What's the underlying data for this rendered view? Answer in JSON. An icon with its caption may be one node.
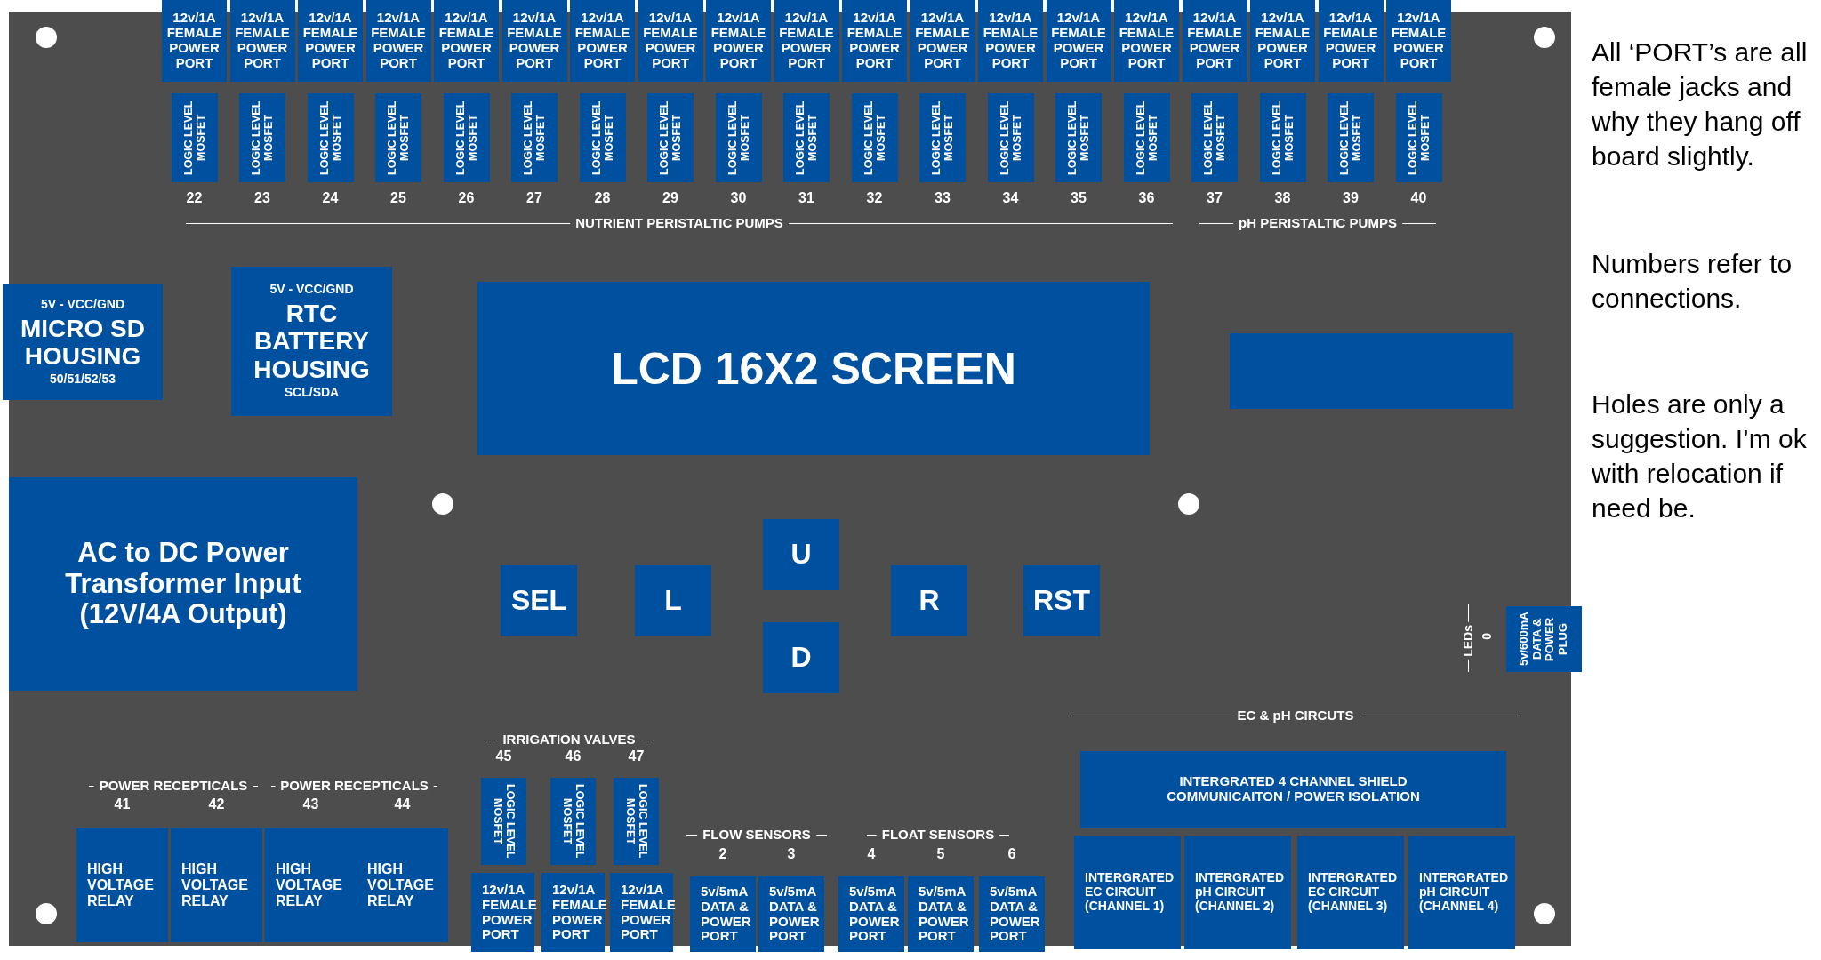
{
  "diagram": {
    "nodes": [
      {
        "text": [
          "12v/1A FEMALE POWER PORT"
        ]
      },
      {
        "text": [
          "12v/1A FEMALE POWER PORT"
        ]
      },
      {
        "text": [
          "12v/1A FEMALE POWER PORT"
        ]
      },
      {
        "text": [
          "12v/1A FEMALE POWER PORT"
        ]
      },
      {
        "text": [
          "12v/1A FEMALE POWER PORT"
        ]
      },
      {
        "text": [
          "12v/1A FEMALE POWER PORT"
        ]
      },
      {
        "text": [
          "12v/1A FEMALE POWER PORT"
        ]
      },
      {
        "text": [
          "12v/1A FEMALE POWER PORT"
        ]
      },
      {
        "text": [
          "12v/1A FEMALE POWER PORT"
        ]
      },
      {
        "text": [
          "12v/1A FEMALE POWER PORT"
        ]
      },
      {
        "text": [
          "12v/1A FEMALE POWER PORT"
        ]
      },
      {
        "text": [
          "12v/1A FEMALE POWER PORT"
        ]
      },
      {
        "text": [
          "12v/1A FEMALE POWER PORT"
        ]
      },
      {
        "text": [
          "12v/1A FEMALE POWER PORT"
        ]
      },
      {
        "text": [
          "12v/1A FEMALE POWER PORT"
        ]
      },
      {
        "text": [
          "12v/1A FEMALE POWER PORT"
        ]
      },
      {
        "text": [
          "12v/1A FEMALE POWER PORT"
        ]
      },
      {
        "text": [
          "12v/1A FEMALE POWER PORT"
        ]
      },
      {
        "text": [
          "12v/1A FEMALE POWER PORT"
        ]
      },
      {
        "text": [
          "LOGIC LEVEL MOSFET"
        ],
        "beside": [
          "22"
        ]
      },
      {
        "text": [
          "LOGIC LEVEL MOSFET"
        ],
        "beside": [
          "23"
        ]
      },
      {
        "text": [
          "LOGIC LEVEL MOSFET"
        ],
        "beside": [
          "24"
        ]
      },
      {
        "text": [
          "LOGIC LEVEL MOSFET"
        ],
        "beside": [
          "25"
        ]
      },
      {
        "text": [
          "LOGIC LEVEL MOSFET"
        ],
        "beside": [
          "26"
        ]
      },
      {
        "text": [
          "LOGIC LEVEL MOSFET"
        ],
        "beside": [
          "27"
        ]
      },
      {
        "text": [
          "LOGIC LEVEL MOSFET"
        ],
        "beside": [
          "28"
        ]
      },
      {
        "text": [
          "LOGIC LEVEL MOSFET"
        ],
        "beside": [
          "29"
        ]
      },
      {
        "text": [
          "LOGIC LEVEL MOSFET"
        ],
        "beside": [
          "30"
        ]
      },
      {
        "text": [
          "LOGIC LEVEL MOSFET"
        ],
        "beside": [
          "31"
        ]
      },
      {
        "text": [
          "LOGIC LEVEL MOSFET"
        ],
        "beside": [
          "32"
        ]
      },
      {
        "text": [
          "LOGIC LEVEL MOSFET"
        ],
        "beside": [
          "33"
        ]
      },
      {
        "text": [
          "LOGIC LEVEL MOSFET"
        ],
        "beside": [
          "34"
        ]
      },
      {
        "text": [
          "LOGIC LEVEL MOSFET"
        ],
        "beside": [
          "35"
        ]
      },
      {
        "text": [
          "LOGIC LEVEL MOSFET"
        ],
        "beside": [
          "36"
        ]
      },
      {
        "text": [
          "LOGIC LEVEL MOSFET"
        ],
        "beside": [
          "37"
        ]
      },
      {
        "text": [
          "LOGIC LEVEL MOSFET"
        ],
        "beside": [
          "38"
        ]
      },
      {
        "text": [
          "LOGIC LEVEL MOSFET"
        ],
        "beside": [
          "39"
        ]
      },
      {
        "text": [
          "LOGIC LEVEL MOSFET"
        ],
        "beside": [
          "40"
        ]
      },
      {
        "text": [
          "5V - VCC/GND",
          "MICRO SD HOUSING",
          "50/51/52/53"
        ]
      },
      {
        "text": [
          "5V - VCC/GND",
          "RTC BATTERY HOUSING",
          "SCL/SDA"
        ]
      },
      {
        "text": [
          "LCD 16X2 SCREEN"
        ]
      },
      {
        "text": [],
        "shape": "box"
      },
      {
        "text": [
          "AC to DC Power Transformer Input (12V/4A Output)"
        ]
      },
      {
        "text": [
          "SEL"
        ]
      },
      {
        "text": [
          "L"
        ]
      },
      {
        "text": [
          "U"
        ]
      },
      {
        "text": [
          "R"
        ]
      },
      {
        "text": [
          "RST"
        ]
      },
      {
        "text": [
          "D"
        ]
      },
      {
        "text": [
          "5v/600mA DATA & POWER PLUG"
        ]
      },
      {
        "text": [
          "INTERGRATED 4 CHANNEL SHIELD COMMUNICAITON / POWER ISOLATION"
        ]
      },
      {
        "text": [
          "HIGH VOLTAGE RELAY"
        ],
        "beside": [
          "41"
        ]
      },
      {
        "text": [
          "HIGH VOLTAGE RELAY"
        ],
        "beside": [
          "42"
        ]
      },
      {
        "text": [
          "HIGH VOLTAGE RELAY"
        ],
        "beside": [
          "43"
        ]
      },
      {
        "text": [
          "HIGH VOLTAGE RELAY"
        ],
        "beside": [
          "44"
        ]
      },
      {
        "text": [
          "LOGIC LEVEL MOSFET"
        ],
        "beside": [
          "45"
        ]
      },
      {
        "text": [
          "LOGIC LEVEL MOSFET"
        ],
        "beside": [
          "46"
        ]
      },
      {
        "text": [
          "LOGIC LEVEL MOSFET"
        ],
        "beside": [
          "47"
        ]
      },
      {
        "text": [
          "12v/1A FEMALE POWER PORT"
        ]
      },
      {
        "text": [
          "12v/1A FEMALE POWER PORT"
        ]
      },
      {
        "text": [
          "12v/1A FEMALE POWER PORT"
        ]
      },
      {
        "text": [
          "5v/5mA DATA & POWER PORT"
        ],
        "beside": [
          "2"
        ]
      },
      {
        "text": [
          "5v/5mA DATA & POWER PORT"
        ],
        "beside": [
          "3"
        ]
      },
      {
        "text": [
          "5v/5mA DATA & POWER PORT"
        ],
        "beside": [
          "4"
        ]
      },
      {
        "text": [
          "5v/5mA DATA & POWER PORT"
        ],
        "beside": [
          "5"
        ]
      },
      {
        "text": [
          "5v/5mA DATA & POWER PORT"
        ],
        "beside": [
          "6"
        ]
      },
      {
        "text": [
          "INTERGRATED EC CIRCUIT (CHANNEL 1)"
        ]
      },
      {
        "text": [
          "INTERGRATED pH CIRCUIT (CHANNEL 2)"
        ]
      },
      {
        "text": [
          "INTERGRATED EC CIRCUIT (CHANNEL 3)"
        ]
      },
      {
        "text": [
          "INTERGRATED pH CIRCUIT (CHANNEL 4)"
        ]
      }
    ],
    "labels": [
      "All ‘PORT’s are all female jacks and why they hang off board slightly.",
      "NUTRIENT PERISTALTIC PUMPS",
      "pH PERISTALTIC PUMPS",
      "Numbers refer to connections.",
      "Holes are only a suggestion. I’m ok with relocation if need be.",
      "LEDs",
      "0",
      "EC & pH CIRCUTS",
      "IRRIGATION VALVES",
      "POWER RECEPTICALS",
      "POWER RECEPTICALS",
      "FLOW SENSORS",
      "FLOAT SENSORS"
    ]
  }
}
